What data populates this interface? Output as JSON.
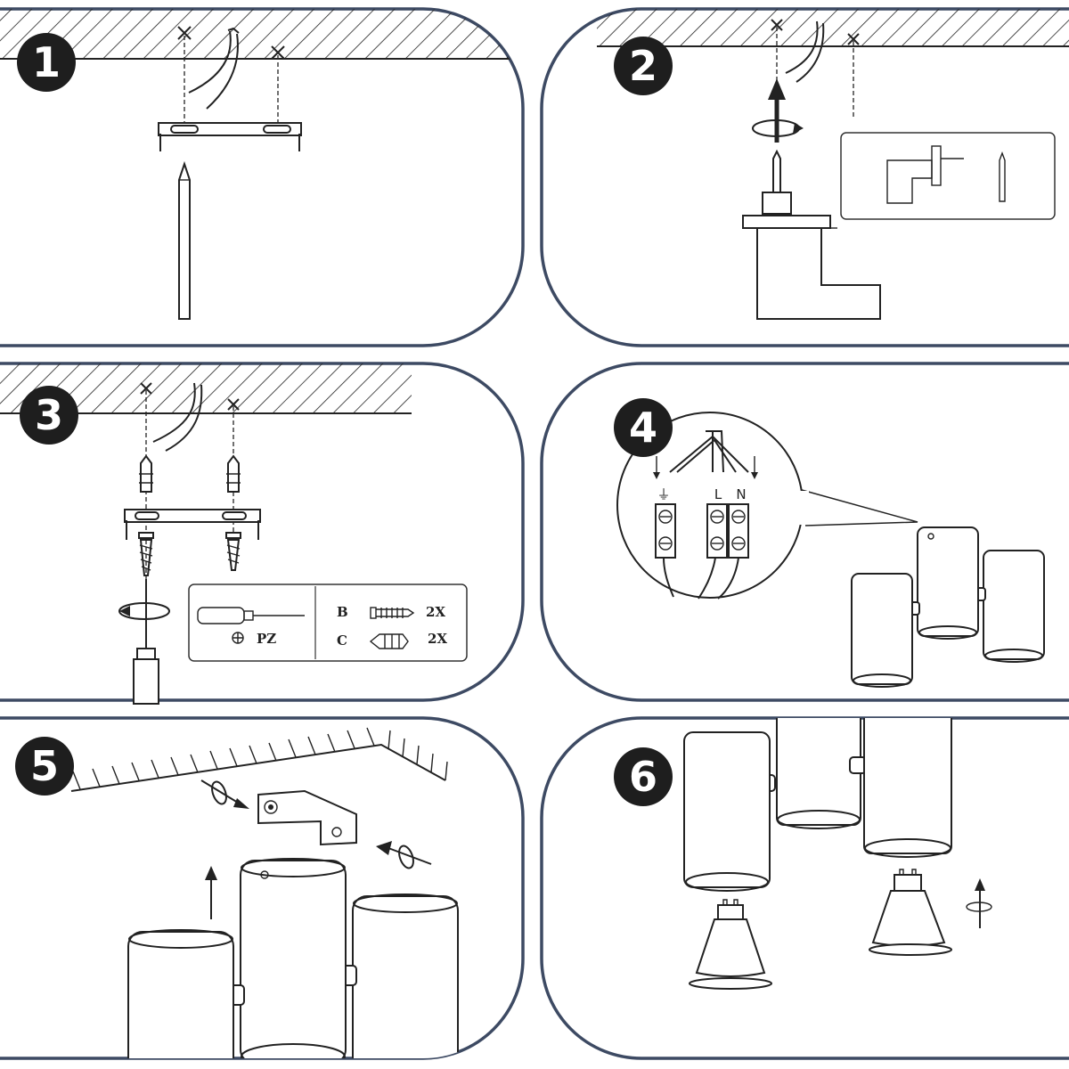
{
  "steps": [
    {
      "number": "1"
    },
    {
      "number": "2"
    },
    {
      "number": "3"
    },
    {
      "number": "4"
    },
    {
      "number": "5"
    },
    {
      "number": "6"
    }
  ],
  "wiring": {
    "earth_symbol": "⏚",
    "live_label": "L",
    "neutral_label": "N"
  },
  "parts": {
    "tool_label": "PZ",
    "items": [
      {
        "code": "B",
        "qty": "2X"
      },
      {
        "code": "C",
        "qty": "2X"
      }
    ]
  },
  "colors": {
    "frame": "#3d4a63",
    "ink": "#222222",
    "badge": "#1e1e1e"
  }
}
